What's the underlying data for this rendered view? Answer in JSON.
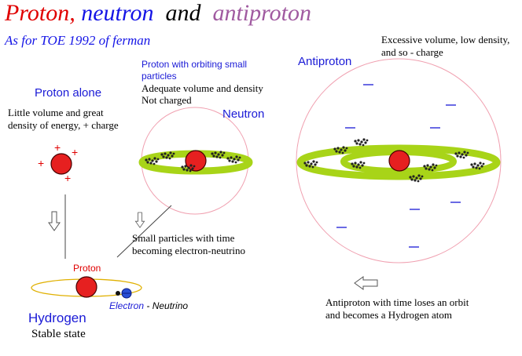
{
  "title": {
    "part1": "Proton,",
    "part2": "neutron",
    "part3": "and",
    "part4": "antiproton",
    "subtitle": "As for TOE 1992 of ferman"
  },
  "proton_alone": {
    "heading": "Proton alone",
    "desc_line1": "Little volume and great",
    "desc_line2": "density of energy, + charge",
    "charge_symbol": "+"
  },
  "neutron": {
    "desc_line1": "Proton with orbiting small",
    "desc_line2": "particles",
    "desc_line3": "Adequate volume and density",
    "desc_line4": "Not charged",
    "label": "Neutron",
    "decay_line1": "Small particles with time",
    "decay_line2": "becoming electron-neutrino"
  },
  "antiproton": {
    "label": "Antiproton",
    "desc_line1": "Excessive volume, low density,",
    "desc_line2": "and so  - charge",
    "note_line1": "Antiproton with time loses an orbit",
    "note_line2": "and becomes a Hydrogen atom"
  },
  "hydrogen": {
    "proton_label": "Proton",
    "electron_label": "Electron",
    "neutrino_label": "- Neutrino",
    "heading": "Hydrogen",
    "state": "Stable state"
  },
  "colors": {
    "proton_red": "#e62020",
    "ring_green": "#a8d418",
    "title_red": "#e00000",
    "title_blue": "#1414e6",
    "title_purple": "#a05aa0",
    "label_blue": "#1a1ad6",
    "sphere_outline": "#f0a0b0",
    "orbit_yellow": "#e0b000"
  },
  "icons": [
    "down-arrow-icon",
    "left-arrow-icon",
    "plus-icon",
    "minus-icon",
    "particle-cluster-icon"
  ]
}
